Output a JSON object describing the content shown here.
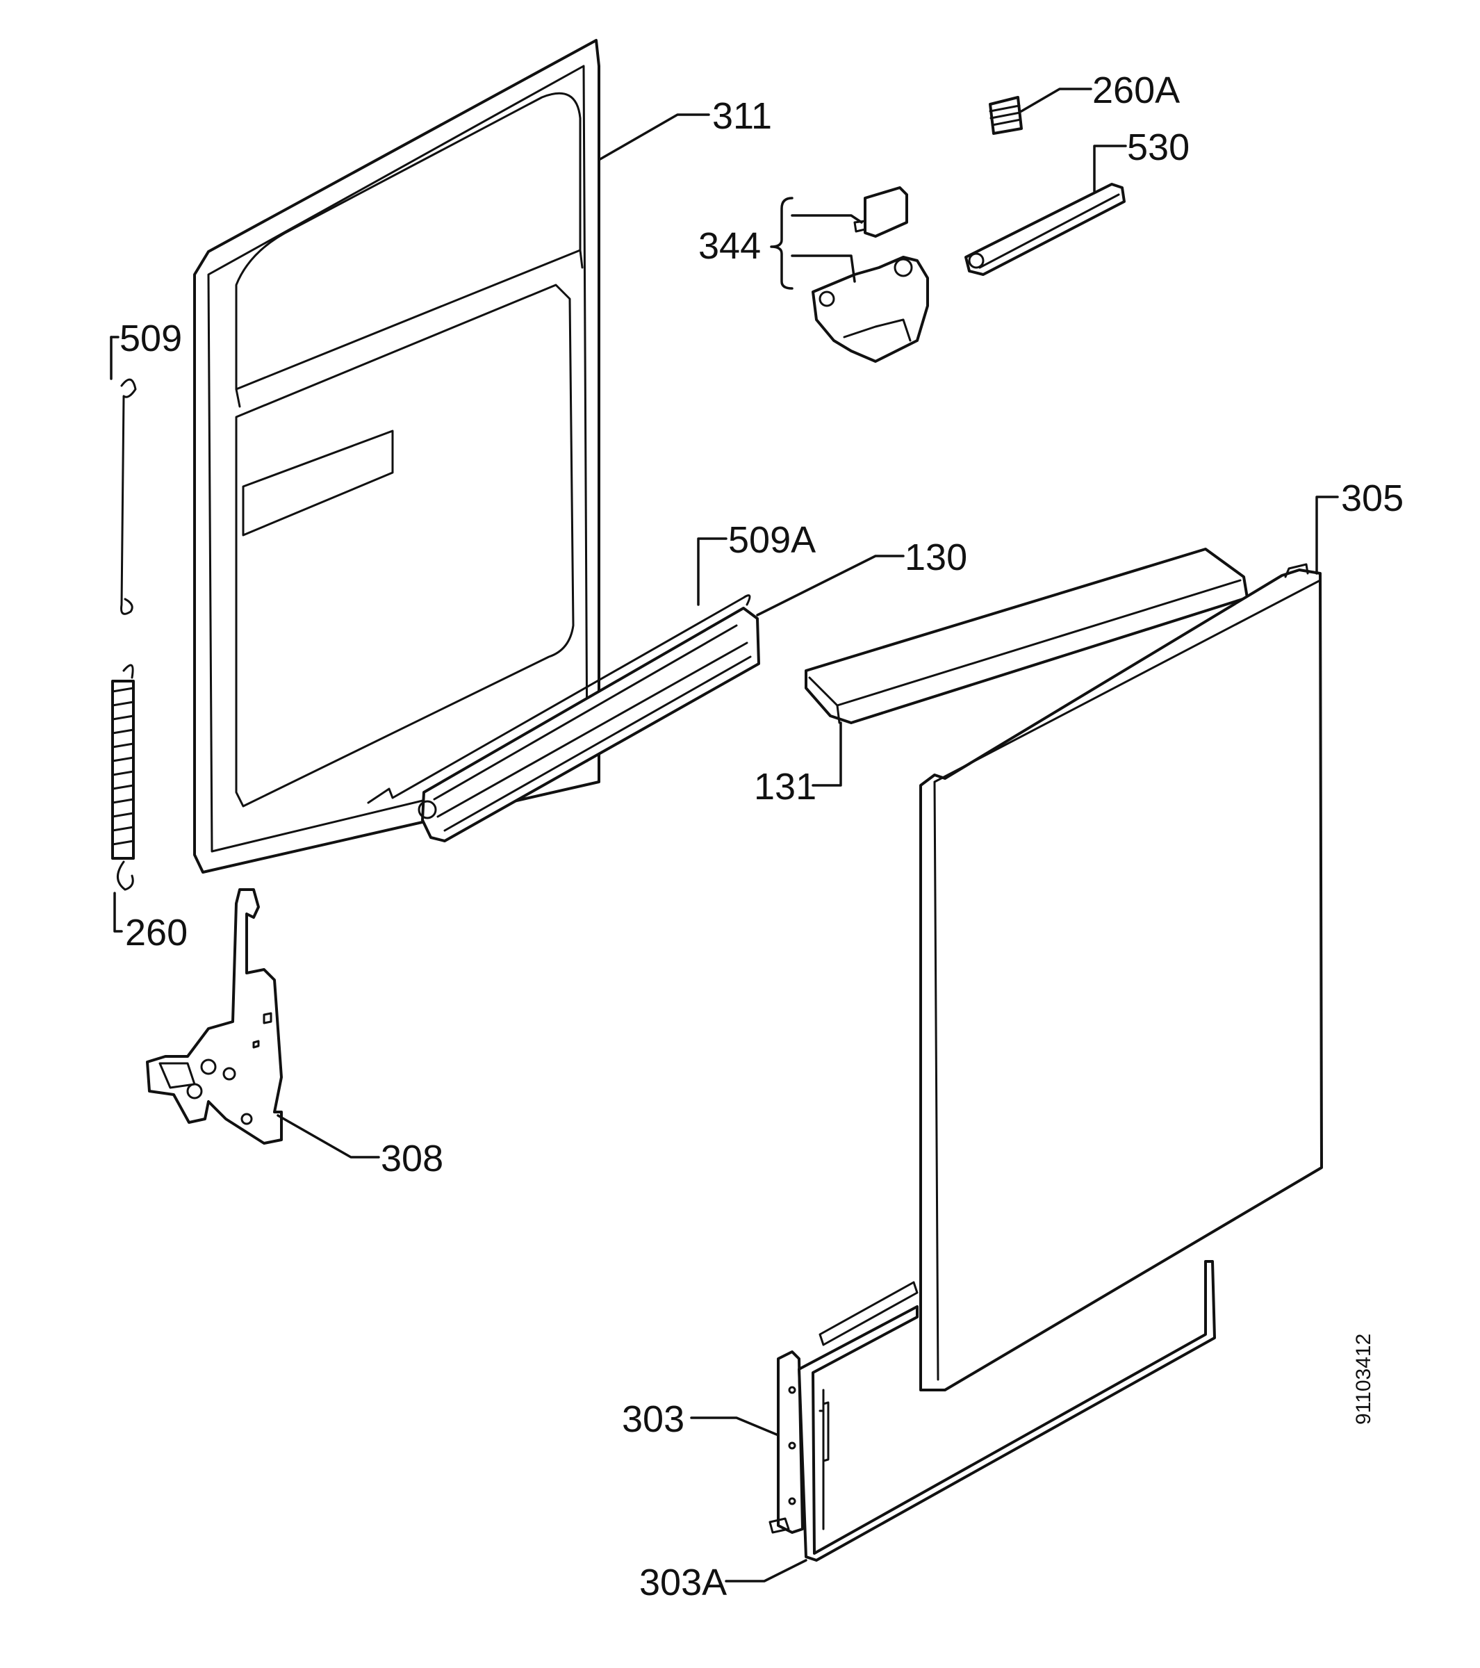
{
  "drawing_number": "91103412",
  "callouts": [
    {
      "id": "311",
      "text": "311"
    },
    {
      "id": "260A",
      "text": "260A"
    },
    {
      "id": "530",
      "text": "530"
    },
    {
      "id": "344",
      "text": "344"
    },
    {
      "id": "509",
      "text": "509"
    },
    {
      "id": "305",
      "text": "305"
    },
    {
      "id": "509A",
      "text": "509A"
    },
    {
      "id": "130",
      "text": "130"
    },
    {
      "id": "131",
      "text": "131"
    },
    {
      "id": "260",
      "text": "260"
    },
    {
      "id": "308",
      "text": "308"
    },
    {
      "id": "303",
      "text": "303"
    },
    {
      "id": "303A",
      "text": "303A"
    }
  ]
}
